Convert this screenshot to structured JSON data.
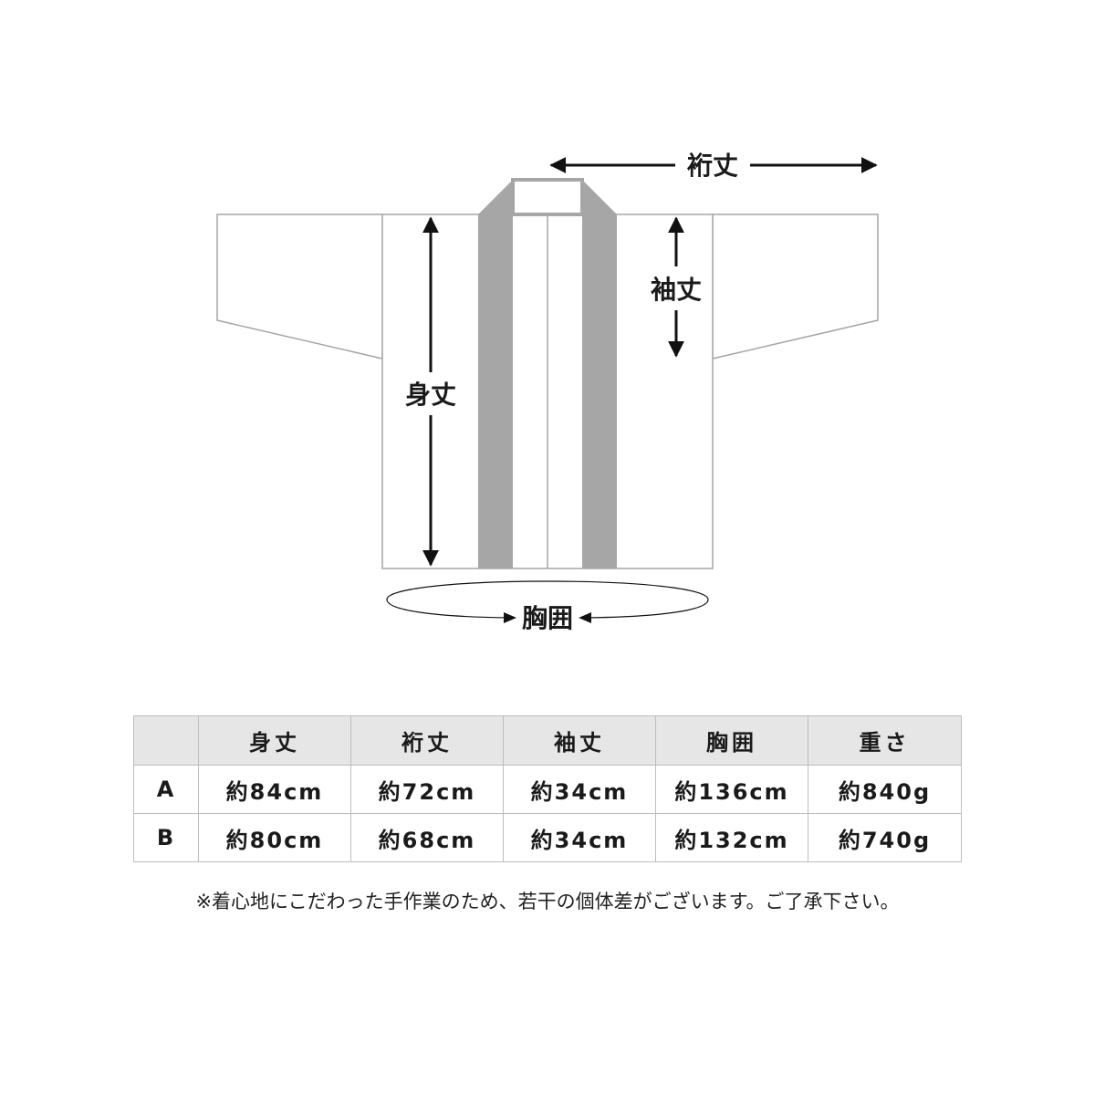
{
  "labels": {
    "yuki": "裄丈",
    "sodetake": "袖丈",
    "mitake": "身丈",
    "munemawari": "胸囲"
  },
  "table": {
    "headers": [
      "",
      "身丈",
      "裄丈",
      "袖丈",
      "胸囲",
      "重さ"
    ],
    "rows": [
      {
        "label": "A",
        "values": [
          "約84cm",
          "約72cm",
          "約34cm",
          "約136cm",
          "約840g"
        ]
      },
      {
        "label": "B",
        "values": [
          "約80cm",
          "約68cm",
          "約34cm",
          "約132cm",
          "約740g"
        ]
      }
    ]
  },
  "note": "※着心地にこだわった手作業のため、若干の個体差がございます。ご了承下さい。",
  "colors": {
    "collar": "#a6a6a6",
    "outline": "#a6a6a6",
    "arrow": "#111111",
    "header_bg": "#e6e6e6"
  }
}
